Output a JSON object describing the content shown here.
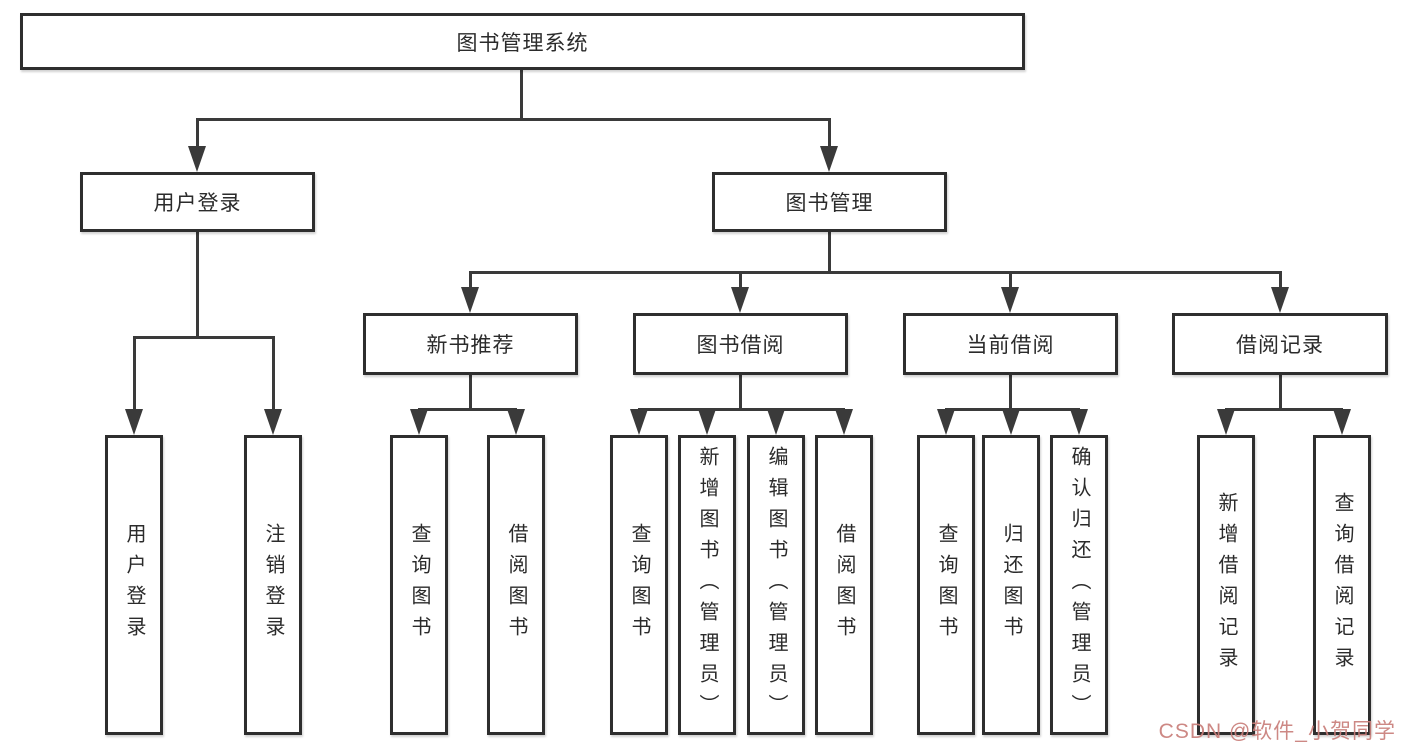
{
  "diagram_type": "hierarchy-tree",
  "colors": {
    "line": "#3a3a3a",
    "box_border": "#2e2e2e",
    "box_background": "#ffffff",
    "text": "#2b2b2b",
    "watermark": "#c97e79"
  },
  "tree": {
    "label": "图书管理系统",
    "children": [
      {
        "label": "用户登录",
        "children": [
          {
            "label": "用户登录"
          },
          {
            "label": "注销登录"
          }
        ]
      },
      {
        "label": "图书管理",
        "children": [
          {
            "label": "新书推荐",
            "children": [
              {
                "label": "查询图书"
              },
              {
                "label": "借阅图书"
              }
            ]
          },
          {
            "label": "图书借阅",
            "children": [
              {
                "label": "查询图书"
              },
              {
                "label": "新增图书（管理员）"
              },
              {
                "label": "编辑图书（管理员）"
              },
              {
                "label": "借阅图书"
              }
            ]
          },
          {
            "label": "当前借阅",
            "children": [
              {
                "label": "查询图书"
              },
              {
                "label": "归还图书"
              },
              {
                "label": "确认归还（管理员）"
              }
            ]
          },
          {
            "label": "借阅记录",
            "children": [
              {
                "label": "新增借阅记录"
              },
              {
                "label": "查询借阅记录"
              }
            ]
          }
        ]
      }
    ]
  },
  "watermark": {
    "text": "CSDN @软件_小贺同学"
  }
}
